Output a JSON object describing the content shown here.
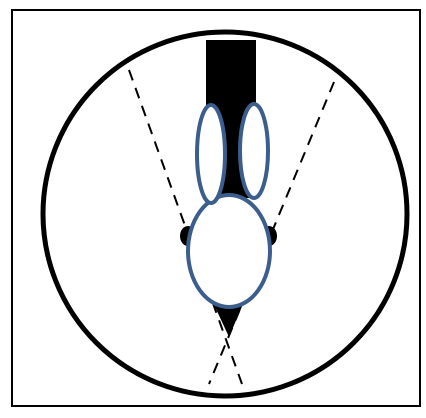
{
  "diagram": {
    "colors": {
      "background": "#ffffff",
      "frame": "#000000",
      "circle": "#000000",
      "dashed_lines": "#000000",
      "bar": "#000000",
      "head_outline": "#3b5e8c",
      "head_fill": "#ffffff",
      "beak": "#000000",
      "eye_dots": "#000000"
    },
    "elements": [
      "outer-frame",
      "arena-circle",
      "black-bar",
      "left-ear",
      "right-ear",
      "head",
      "beak",
      "left-eye",
      "right-eye",
      "left-dashed-line",
      "right-dashed-line"
    ]
  }
}
